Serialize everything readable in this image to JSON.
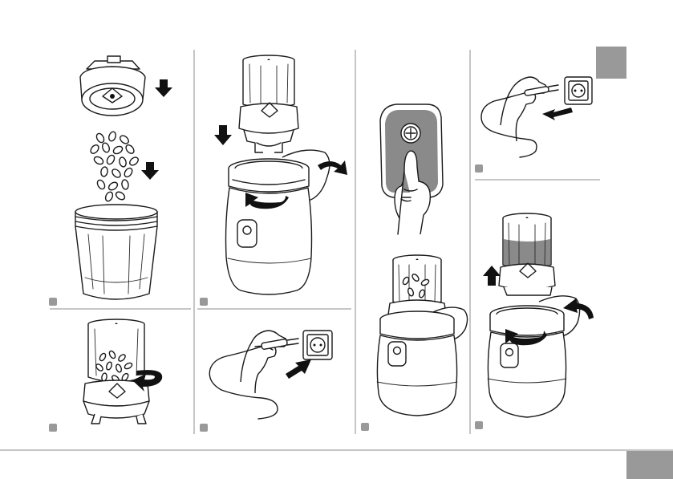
{
  "manual": {
    "colors": {
      "marker": "#999999",
      "line": "#1a1a1a",
      "separator": "#8c8c8c",
      "water": "#8a8a8a"
    },
    "steps": [
      {
        "id": "a",
        "illustration": "lid-blade-beans-cup"
      },
      {
        "id": "b",
        "illustration": "screw-blade-onto-cup"
      },
      {
        "id": "c",
        "illustration": "place-cup-on-base"
      },
      {
        "id": "d",
        "illustration": "plug-in"
      },
      {
        "id": "e",
        "illustration": "press-button-grinding"
      },
      {
        "id": "f",
        "illustration": "unplug"
      },
      {
        "id": "g",
        "illustration": "remove-cup"
      }
    ]
  }
}
